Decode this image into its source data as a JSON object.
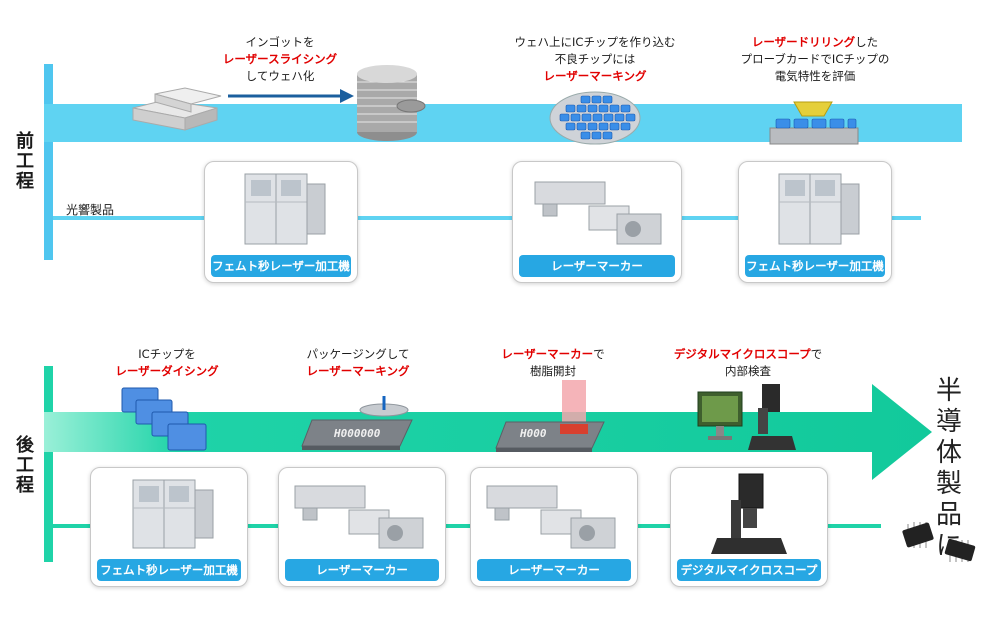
{
  "colors": {
    "front_band": "#5fd3f2",
    "front_bar": "#4fc6ef",
    "back_band": "#1fd3a8",
    "card_label": "#27a7e3",
    "accent_red": "#e10000"
  },
  "front": {
    "label_chars": [
      "前",
      "工",
      "程"
    ],
    "product_label": "光響製品",
    "captions": [
      {
        "line1": "インゴットを",
        "red": "レーザースライシング",
        "line3": "してウェハ化"
      },
      {
        "line1": "ウェハ上にICチップを作り込む",
        "line2": "不良チップには",
        "red": "レーザーマーキング"
      },
      {
        "red": "レーザードリリング",
        "redsuffix": "した",
        "line2": "プローブカードでICチップの",
        "line3": "電気特性を評価"
      }
    ],
    "cards": [
      "フェムト秒レーザー加工機",
      "レーザーマーカー",
      "フェムト秒レーザー加工機"
    ]
  },
  "back": {
    "label_chars": [
      "後",
      "工",
      "程"
    ],
    "captions": [
      {
        "line1": "ICチップを",
        "red": "レーザーダイシング"
      },
      {
        "line1": "パッケージングして",
        "red": "レーザーマーキング"
      },
      {
        "red": "レーザーマーカー",
        "redsuffix": "で",
        "line2": "樹脂開封"
      },
      {
        "red": "デジタルマイクロスコープ",
        "redsuffix": "で",
        "line2": "内部検査"
      }
    ],
    "chip_texts": [
      "H000000",
      "H000"
    ],
    "cards": [
      "フェムト秒レーザー加工機",
      "レーザーマーカー",
      "レーザーマーカー",
      "デジタルマイクロスコープ"
    ]
  },
  "destination_chars": [
    "半",
    "導",
    "体",
    "製",
    "品",
    "に"
  ]
}
